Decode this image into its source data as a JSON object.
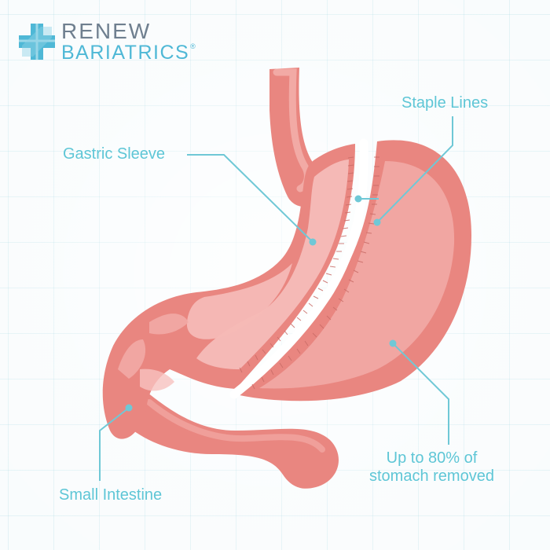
{
  "brand": {
    "line1": "RENEW",
    "line2": "BARIATRICS",
    "registered": "®",
    "icon": "medical-cross-logo"
  },
  "labels": {
    "gastric_sleeve": "Gastric Sleeve",
    "staple_lines": "Staple Lines",
    "small_intestine": "Small Intestine",
    "removed_line1": "Up to 80% of",
    "removed_line2": "stomach removed"
  },
  "colors": {
    "leader": "#6fc8d6",
    "stomach_outer": "#e98680",
    "stomach_light": "#f2aaa5",
    "sleeve": "#f5b9b6",
    "brand_gray": "#6f7f8f",
    "brand_blue": "#4fb8d6"
  }
}
